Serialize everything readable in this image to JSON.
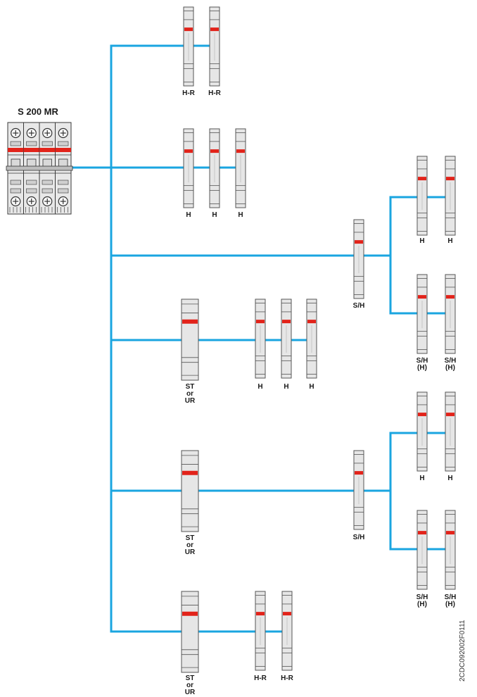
{
  "colors": {
    "wire": "#1aa5e0",
    "body": "#e6e6e6",
    "outline": "#555555",
    "indicator": "#e2231a"
  },
  "main_device": {
    "title": "S 200 MR",
    "icon": "main-circuit-breaker-icon"
  },
  "labels": {
    "hr": "H-R",
    "h": "H",
    "sh": "S/H",
    "shh_a": "S/H",
    "shh_b": "(H)",
    "st_a": "ST",
    "st_b": "or",
    "st_c": "UR"
  },
  "doc_id": "2CDC092002F0111"
}
